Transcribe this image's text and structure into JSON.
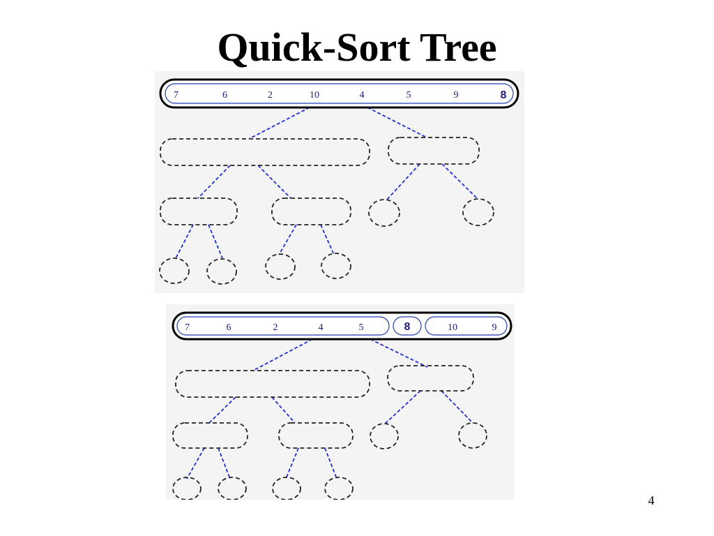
{
  "slide": {
    "title": "Quick-Sort Tree",
    "page_number": "4"
  },
  "colors": {
    "background": "#ffffff",
    "panel_background": "#f4f4f4",
    "sequence_text": "#1a1a7a",
    "sequence_outline": "#1f3fb0",
    "pivot": "#e60000",
    "edge": "#1f2fd0",
    "node_outline": "#222222"
  },
  "diagrams": [
    {
      "name": "before-partition",
      "root_values": [
        "7",
        "6",
        "2",
        "10",
        "4",
        "5",
        "9",
        "8"
      ],
      "pivot": "8",
      "partition_shown": false
    },
    {
      "name": "after-partition",
      "left_values": [
        "7",
        "6",
        "2",
        "4",
        "5"
      ],
      "pivot": "8",
      "right_values": [
        "10",
        "9"
      ],
      "partition_shown": true
    }
  ]
}
